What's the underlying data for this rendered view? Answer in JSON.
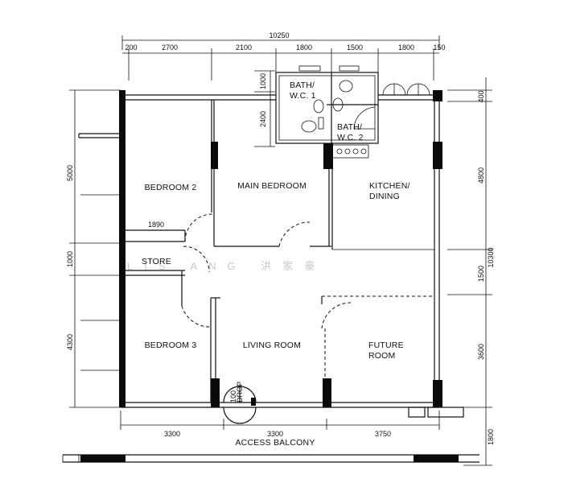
{
  "rooms": {
    "bedroom2": "BEDROOM 2",
    "main_bedroom": "MAIN BEDROOM",
    "kitchen_line1": "KITCHEN/",
    "kitchen_line2": "DINING",
    "store": "STORE",
    "bedroom3": "BEDROOM 3",
    "living_room": "LIVING ROOM",
    "future_line1": "FUTURE",
    "future_line2": "ROOM",
    "bath1_line1": "BATH/",
    "bath1_line2": "W.C. 1",
    "bath2_line1": "BATH/",
    "bath2_line2": "W.C. 2",
    "drop_label": "DROP",
    "drop_value": "100"
  },
  "access_balcony": "ACCESS BALCONY",
  "dimensions": {
    "top_overall": "10250",
    "top": [
      "200",
      "2700",
      "2100",
      "1800",
      "1500",
      "1800",
      "150"
    ],
    "bottom": [
      "3300",
      "3300",
      "3750"
    ],
    "left": [
      "5000",
      "1000",
      "4300"
    ],
    "right": [
      "400",
      "4800",
      "1500",
      "3600"
    ],
    "right_overall": "10300",
    "right_balcony": "1800",
    "wc_depth": [
      "1000",
      "2400"
    ],
    "store_width": "1890"
  },
  "watermark": "LIS ANG 洪家豪"
}
